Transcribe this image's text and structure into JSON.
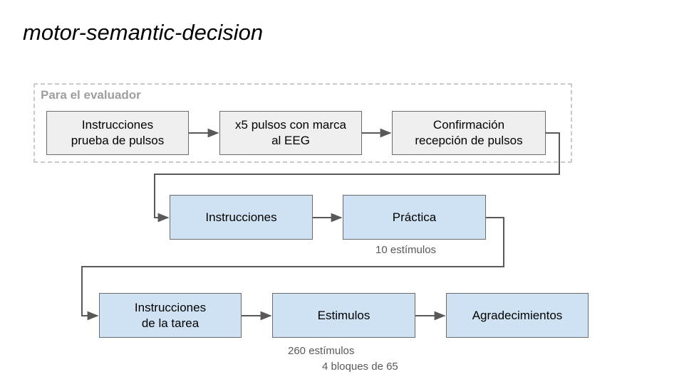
{
  "title": "motor-semantic-decision",
  "evaluator_group": {
    "label": "Para el evaluador"
  },
  "nodes": {
    "pulse_instructions": "Instrucciones\nprueba de pulsos",
    "pulses": "x5 pulsos con marca\nal EEG",
    "pulse_confirmation": "Confirmación\nrecepción de pulsos",
    "instructions": "Instrucciones",
    "practice": "Práctica",
    "task_instructions": "Instrucciones\nde la tarea",
    "stimuli": "Estimulos",
    "thanks": "Agradecimientos"
  },
  "notes": {
    "practice_count": "10 estímulos",
    "stimuli_count": "260 estímulos",
    "blocks": "4 bloques de 65"
  },
  "colors": {
    "evaluator_fill": "#efefef",
    "participant_fill": "#cfe2f3",
    "border": "#6b6b6b",
    "connector": "#595959",
    "group_border": "#c9c9c9"
  }
}
